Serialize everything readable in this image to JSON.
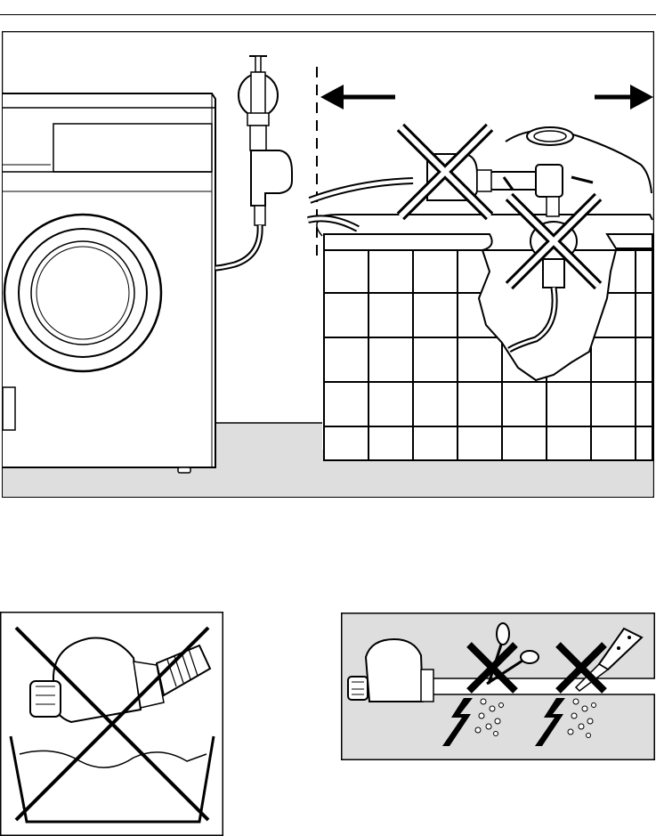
{
  "document": {
    "type": "installation-warning-illustrations",
    "colors": {
      "line": "#000000",
      "floor": "#dedede",
      "background": "#ffffff"
    },
    "illustrations": [
      {
        "id": "main",
        "depicts": [
          "washing-machine",
          "tap",
          "waterproof-valve",
          "bathtub",
          "hose"
        ],
        "prohibited_marks": 2
      },
      {
        "id": "submerge",
        "depicts": [
          "waterproof-valve",
          "basin-of-water"
        ],
        "prohibited_marks": 1
      },
      {
        "id": "cut",
        "depicts": [
          "waterproof-valve",
          "hose",
          "scissors",
          "knife",
          "electric-shock"
        ],
        "prohibited_marks": 2
      }
    ]
  }
}
